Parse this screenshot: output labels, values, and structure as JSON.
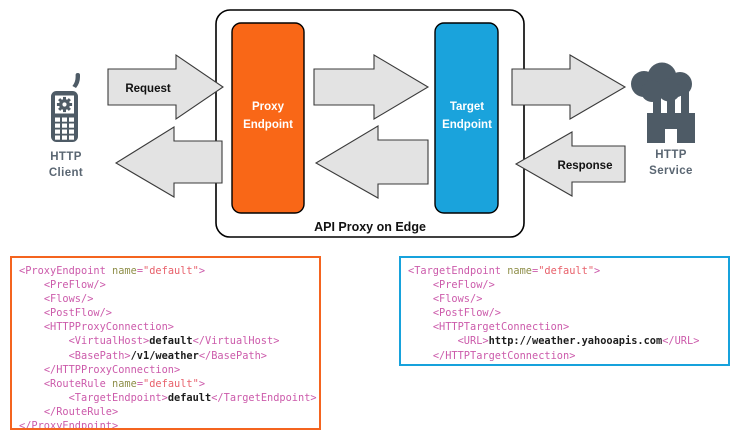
{
  "diagram": {
    "title": "API Proxy on Edge",
    "nodes": [
      {
        "id": "http-client",
        "label_line1": "HTTP",
        "label_line2": "Client",
        "icon": "mobile-phone-gear-icon"
      },
      {
        "id": "proxy-endpoint",
        "label_line1": "Proxy",
        "label_line2": "Endpoint",
        "color": "#f96717"
      },
      {
        "id": "target-endpoint",
        "label_line1": "Target",
        "label_line2": "Endpoint",
        "color": "#1aa3dc"
      },
      {
        "id": "http-service",
        "label_line1": "HTTP",
        "label_line2": "Service",
        "icon": "cloud-factory-icon"
      }
    ],
    "arrows": [
      {
        "id": "request-arrow",
        "label": "Request",
        "direction": "right"
      },
      {
        "id": "client-return-arrow",
        "label": "",
        "direction": "left"
      },
      {
        "id": "proxy-to-target-arrow",
        "label": "",
        "direction": "right"
      },
      {
        "id": "target-to-proxy-arrow",
        "label": "",
        "direction": "left"
      },
      {
        "id": "target-to-service-arrow",
        "label": "",
        "direction": "right"
      },
      {
        "id": "response-arrow",
        "label": "Response",
        "direction": "left"
      }
    ],
    "colors": {
      "proxy": "#f96717",
      "target": "#1aa3dc",
      "arrow_fill": "#e3e3e3",
      "arrow_stroke": "#3b3b3b",
      "icon": "#4e5b66"
    }
  },
  "code_blocks": [
    {
      "id": "proxy-endpoint-xml",
      "border_color": "#f4641f",
      "lines": [
        [
          {
            "t": "tag",
            "s": "<ProxyEndpoint "
          },
          {
            "t": "attr",
            "s": "name"
          },
          {
            "t": "eq",
            "s": "="
          },
          {
            "t": "val",
            "s": "\"default\""
          },
          {
            "t": "tag",
            "s": ">"
          }
        ],
        [
          {
            "t": "text",
            "s": "    "
          },
          {
            "t": "tag",
            "s": "<PreFlow/>"
          }
        ],
        [
          {
            "t": "text",
            "s": "    "
          },
          {
            "t": "tag",
            "s": "<Flows/>"
          }
        ],
        [
          {
            "t": "text",
            "s": "    "
          },
          {
            "t": "tag",
            "s": "<PostFlow/>"
          }
        ],
        [
          {
            "t": "text",
            "s": "    "
          },
          {
            "t": "tag",
            "s": "<HTTPProxyConnection>"
          }
        ],
        [
          {
            "t": "text",
            "s": "        "
          },
          {
            "t": "tag",
            "s": "<VirtualHost>"
          },
          {
            "t": "text",
            "s": "default"
          },
          {
            "t": "tag",
            "s": "</VirtualHost>"
          }
        ],
        [
          {
            "t": "text",
            "s": "        "
          },
          {
            "t": "tag",
            "s": "<BasePath>"
          },
          {
            "t": "text",
            "s": "/v1/weather"
          },
          {
            "t": "tag",
            "s": "</BasePath>"
          }
        ],
        [
          {
            "t": "text",
            "s": "    "
          },
          {
            "t": "tag",
            "s": "</HTTPProxyConnection>"
          }
        ],
        [
          {
            "t": "text",
            "s": "    "
          },
          {
            "t": "tag",
            "s": "<RouteRule "
          },
          {
            "t": "attr",
            "s": "name"
          },
          {
            "t": "eq",
            "s": "="
          },
          {
            "t": "val",
            "s": "\"default\""
          },
          {
            "t": "tag",
            "s": ">"
          }
        ],
        [
          {
            "t": "text",
            "s": "        "
          },
          {
            "t": "tag",
            "s": "<TargetEndpoint>"
          },
          {
            "t": "text",
            "s": "default"
          },
          {
            "t": "tag",
            "s": "</TargetEndpoint>"
          }
        ],
        [
          {
            "t": "text",
            "s": "    "
          },
          {
            "t": "tag",
            "s": "</RouteRule>"
          }
        ],
        [
          {
            "t": "tag",
            "s": "</ProxyEndpoint>"
          }
        ]
      ]
    },
    {
      "id": "target-endpoint-xml",
      "border_color": "#17a2dc",
      "lines": [
        [
          {
            "t": "tag",
            "s": "<TargetEndpoint "
          },
          {
            "t": "attr",
            "s": "name"
          },
          {
            "t": "eq",
            "s": "="
          },
          {
            "t": "val",
            "s": "\"default\""
          },
          {
            "t": "tag",
            "s": ">"
          }
        ],
        [
          {
            "t": "text",
            "s": "    "
          },
          {
            "t": "tag",
            "s": "<PreFlow/>"
          }
        ],
        [
          {
            "t": "text",
            "s": "    "
          },
          {
            "t": "tag",
            "s": "<Flows/>"
          }
        ],
        [
          {
            "t": "text",
            "s": "    "
          },
          {
            "t": "tag",
            "s": "<PostFlow/>"
          }
        ],
        [
          {
            "t": "text",
            "s": "    "
          },
          {
            "t": "tag",
            "s": "<HTTPTargetConnection>"
          }
        ],
        [
          {
            "t": "text",
            "s": "        "
          },
          {
            "t": "tag",
            "s": "<URL>"
          },
          {
            "t": "text",
            "s": "http://weather.yahooapis.com"
          },
          {
            "t": "tag",
            "s": "</URL>"
          }
        ],
        [
          {
            "t": "text",
            "s": "    "
          },
          {
            "t": "tag",
            "s": "</HTTPTargetConnection>"
          }
        ],
        [
          {
            "t": "tag",
            "s": "</TargetEndpoint>"
          }
        ]
      ]
    }
  ]
}
